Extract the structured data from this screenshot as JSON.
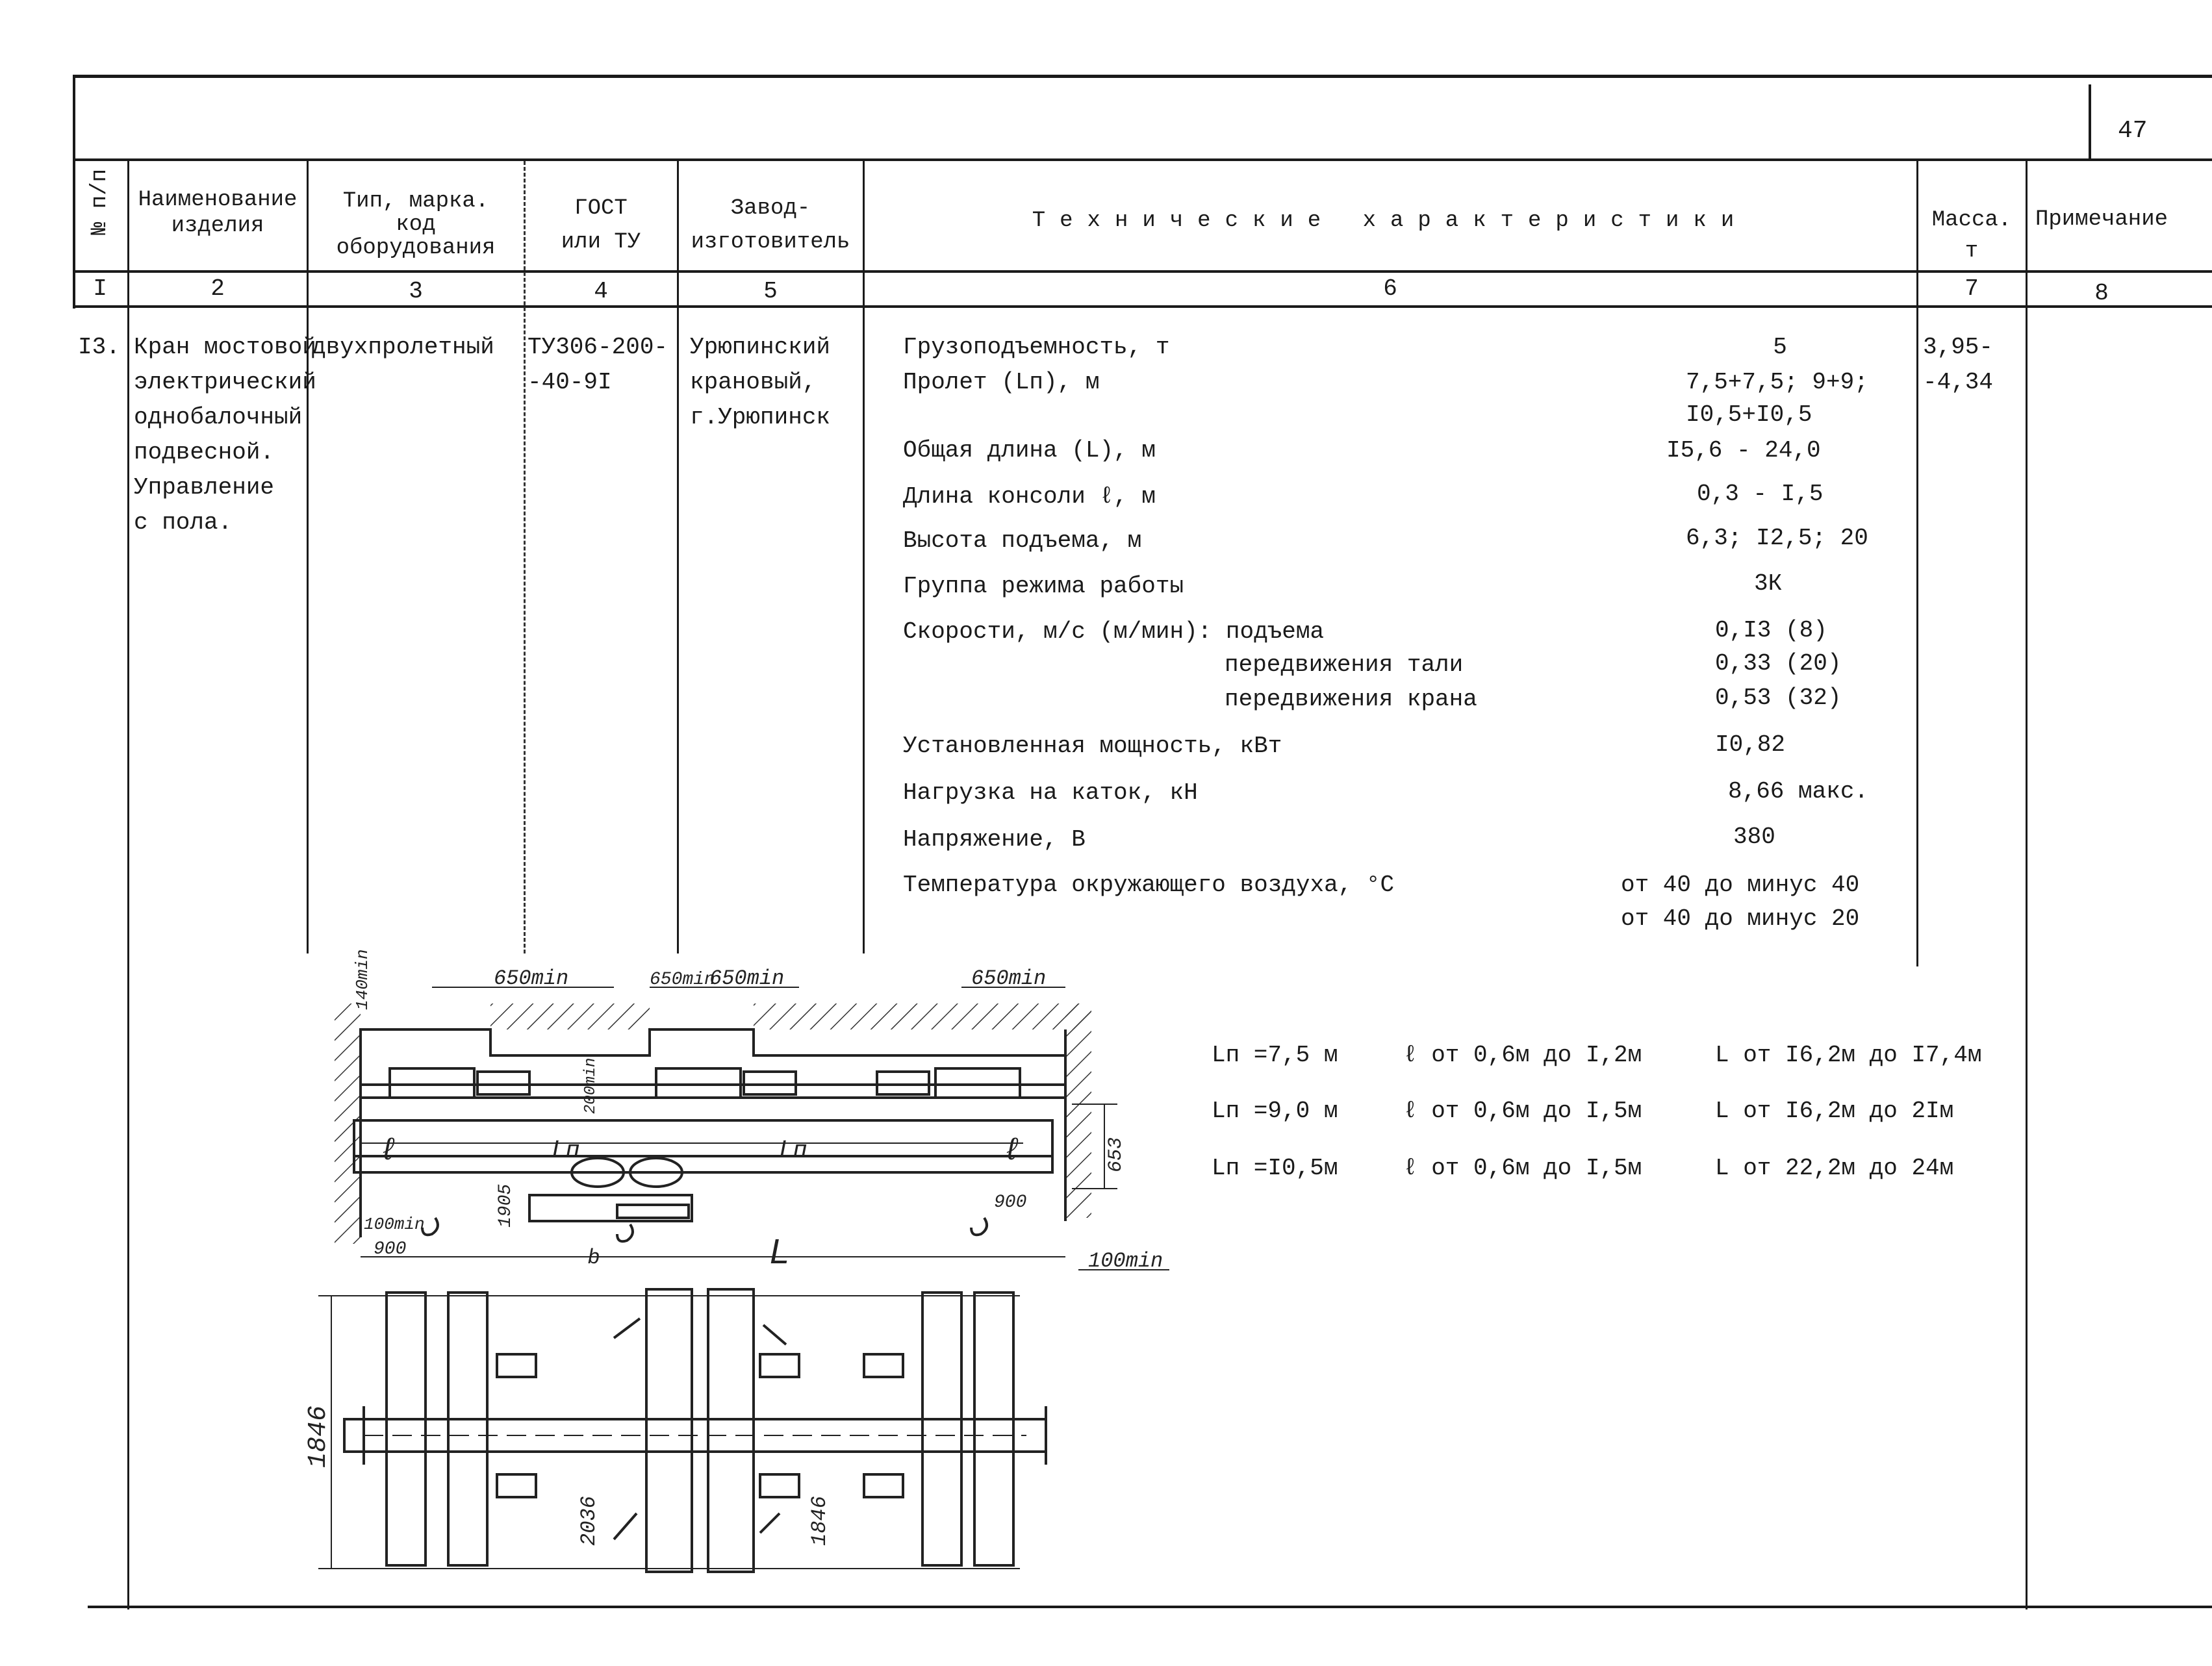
{
  "page_number": "47",
  "headers": {
    "col1": "№ п/п",
    "col2": [
      "Наименование",
      "изделия"
    ],
    "col3": [
      "Тип, марка.",
      "код",
      "оборудования"
    ],
    "col4": [
      "ГОСТ",
      "или ТУ"
    ],
    "col5": [
      "Завод-",
      "изготовитель"
    ],
    "col6": "Технические характеристики",
    "col7": [
      "Масса.",
      "т"
    ],
    "col8": "Примечание"
  },
  "col_numbers": [
    "I",
    "2",
    "3",
    "4",
    "5",
    "6",
    "7",
    "8"
  ],
  "row": {
    "num": "I3.",
    "name": [
      "Кран мостовой",
      "электрический",
      "однобалочный",
      "подвесной.",
      "Управление",
      "с пола."
    ],
    "type": "двухпролетный",
    "gost": [
      "ТУ306-200-",
      "-40-9I"
    ],
    "plant": [
      "Урюпинский",
      "крановый,",
      "г.Урюпинск"
    ],
    "mass": [
      "3,95-",
      "-4,34"
    ],
    "note": ""
  },
  "specs": [
    {
      "label": "Грузоподъемность, т",
      "value": "5"
    },
    {
      "label": "Пролет (Lп), м",
      "value": "7,5+7,5; 9+9;"
    },
    {
      "label": "",
      "value": "I0,5+I0,5"
    },
    {
      "label": "Общая длина (L), м",
      "value": "I5,6 - 24,0"
    },
    {
      "label": "Длина консоли ℓ, м",
      "value": "0,3 - I,5"
    },
    {
      "label": "Высота подъема, м",
      "value": "6,3; I2,5; 20"
    },
    {
      "label": "Группа режима работы",
      "value": "3К"
    },
    {
      "label": "Скорости, м/с (м/мин): подъема",
      "value": "0,I3 (8)"
    },
    {
      "label": "передвижения тали",
      "value": "0,33 (20)"
    },
    {
      "label": "передвижения крана",
      "value": "0,53 (32)"
    },
    {
      "label": "Установленная мощность, кВт",
      "value": "I0,82"
    },
    {
      "label": "Нагрузка на каток, кН",
      "value": "8,66 макс."
    },
    {
      "label": "Напряжение, В",
      "value": "380"
    },
    {
      "label": "Температура окружающего воздуха, °С",
      "value": "от 40 до минус 40"
    },
    {
      "label": "",
      "value": "от 40 до минус 20"
    }
  ],
  "span_table": [
    {
      "lp": "Lп =7,5 м",
      "l": "ℓ от 0,6м до I,2м",
      "L": "L от I6,2м до I7,4м"
    },
    {
      "lp": "Lп =9,0 м",
      "l": "ℓ от 0,6м до I,5м",
      "L": "L от I6,2м до 2Iм"
    },
    {
      "lp": "Lп =I0,5м",
      "l": "ℓ от 0,6м до I,5м",
      "L": "L от 22,2м до 24м"
    }
  ],
  "drawing_labels": {
    "dim_650a": "650min",
    "dim_650b": "650min",
    "dim_650c": "650min",
    "dim_650d": "650min",
    "dim_140": "140min",
    "dim_200": "200min",
    "dim_653": "653",
    "dim_1905": "1905",
    "dim_100a": "100min",
    "dim_900a": "900",
    "dim_900b": "900",
    "dim_100b": "100min",
    "dim_L": "L",
    "dim_b": "b",
    "dim_Lp1": "Lп",
    "dim_Lp2": "Lп",
    "dim_l1": "ℓ",
    "dim_l2": "ℓ",
    "dim_1846a": "1846",
    "dim_2036": "2036",
    "dim_1846b": "1846"
  }
}
